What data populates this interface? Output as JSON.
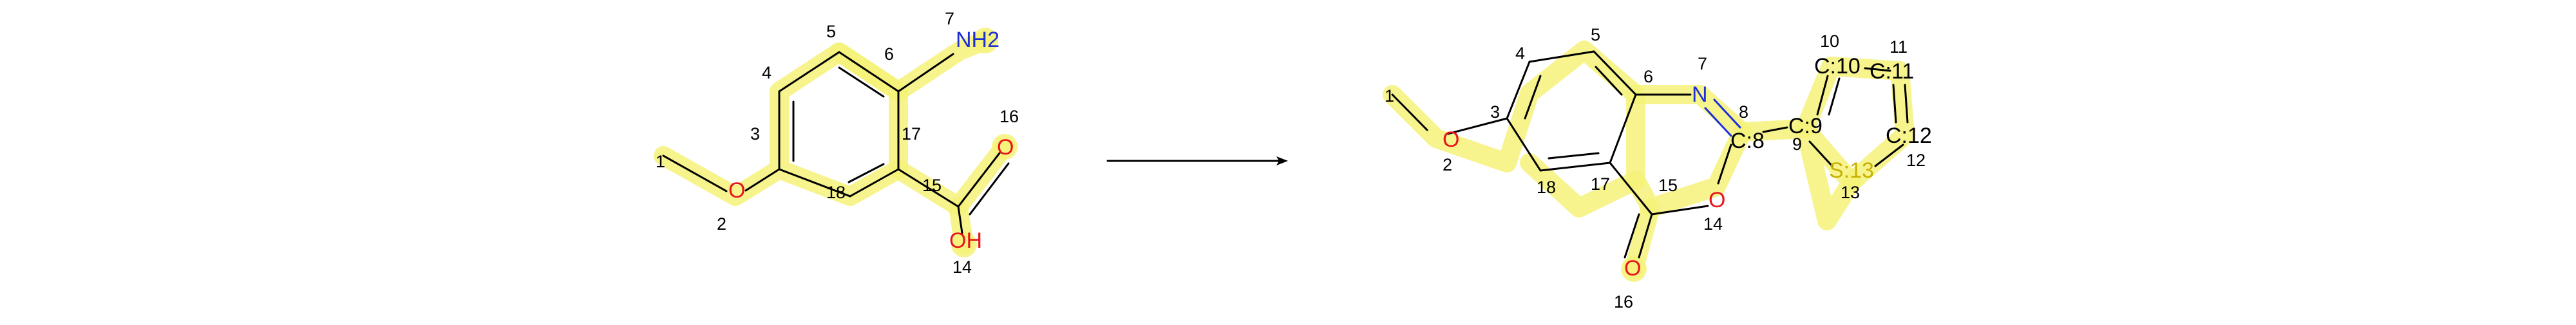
{
  "colors": {
    "highlight": "#f6f27a",
    "bond": "#000000",
    "nitrogen": "#1f2fd6",
    "oxygen": "#e8141b",
    "sulfur": "#c7b100",
    "carbon": "#000000"
  },
  "reactant": {
    "atoms": {
      "n7": "NH2",
      "o16": "O",
      "o14": "OH"
    },
    "numbers": {
      "n1": "1",
      "n2": "2",
      "n3": "3",
      "n4": "4",
      "n5": "5",
      "n6": "6",
      "n7": "7",
      "n14": "14",
      "n15": "15",
      "n16": "16",
      "n17": "17",
      "n18": "18"
    }
  },
  "product": {
    "atoms": {
      "o2": "O",
      "n7": "N",
      "c8": "C:8",
      "c9": "C:9",
      "c10": "C:10",
      "c11": "C:11",
      "c12": "C:12",
      "s13": "S:13",
      "o14": "O",
      "o16": "O"
    },
    "numbers": {
      "n1": "1",
      "n2": "2",
      "n3": "3",
      "n4": "4",
      "n5": "5",
      "n6": "6",
      "n7": "7",
      "n8": "8",
      "n9": "9",
      "n10": "10",
      "n11": "11",
      "n12": "12",
      "n13": "13",
      "n14": "14",
      "n15": "15",
      "n16": "16",
      "n17": "17",
      "n18": "18"
    }
  }
}
